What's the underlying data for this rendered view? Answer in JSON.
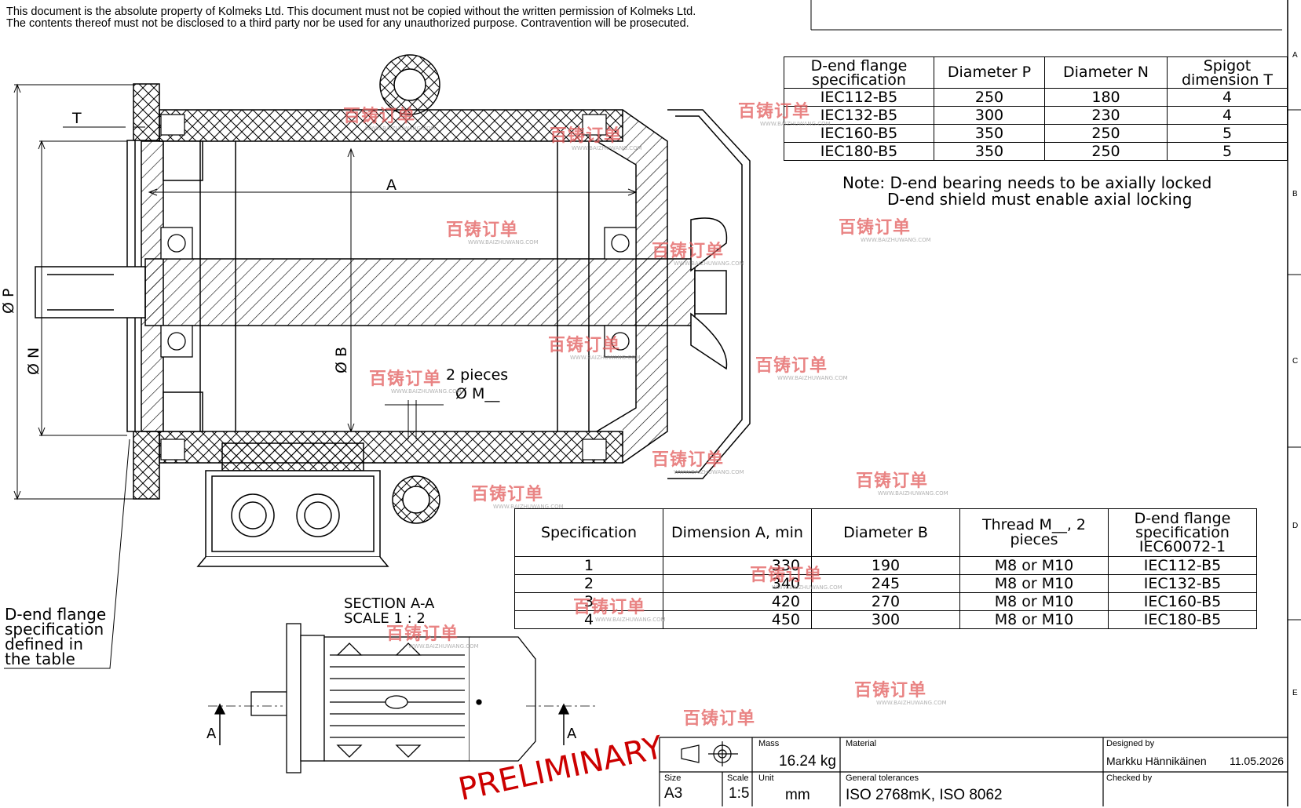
{
  "disclaimer": {
    "line1": "This document is the absolute property of Kolmeks Ltd. This document must not be copied without the written permission of Kolmeks Ltd.",
    "line2": "The contents thereof must not be disclosed to a third party nor be used for any unauthorized purpose. Contravention will be prosecuted."
  },
  "drawing_labels": {
    "T": "T",
    "A": "A",
    "phi_P": "Ø P",
    "phi_N": "Ø N",
    "phi_B": "Ø B",
    "pieces": "2 pieces",
    "phi_M": "Ø M__",
    "section_title": "SECTION A-A",
    "section_scale": "SCALE 1 : 2",
    "callout": [
      "D-end flange",
      "specification",
      "defined in",
      "the table"
    ],
    "cut_left": "A",
    "cut_right": "A",
    "stamp": "PRELIMINARY"
  },
  "flange_table": {
    "headers": [
      [
        "D-end flange",
        "specification"
      ],
      [
        "Diameter P"
      ],
      [
        "Diameter N"
      ],
      [
        "Spigot",
        "dimension T"
      ]
    ],
    "rows": [
      [
        "IEC112-B5",
        "250",
        "180",
        "4"
      ],
      [
        "IEC132-B5",
        "300",
        "230",
        "4"
      ],
      [
        "IEC160-B5",
        "350",
        "250",
        "5"
      ],
      [
        "IEC180-B5",
        "350",
        "250",
        "5"
      ]
    ]
  },
  "note": {
    "line1": "Note: D-end bearing needs to be axially locked",
    "line2": "D-end shield must enable axial locking"
  },
  "spec_table": {
    "headers": [
      [
        "Specification"
      ],
      [
        "Dimension A, min"
      ],
      [
        "Diameter B"
      ],
      [
        "Thread M__, 2",
        "pieces"
      ],
      [
        "D-end flange",
        "specification",
        "IEC60072-1"
      ]
    ],
    "rows": [
      [
        "1",
        "330",
        "190",
        "M8 or M10",
        "IEC112-B5"
      ],
      [
        "2",
        "340",
        "245",
        "M8 or M10",
        "IEC132-B5"
      ],
      [
        "3",
        "420",
        "270",
        "M8 or M10",
        "IEC160-B5"
      ],
      [
        "4",
        "450",
        "300",
        "M8 or M10",
        "IEC180-B5"
      ]
    ]
  },
  "title_block": {
    "mass_label": "Mass",
    "mass_value": "16.24 kg",
    "material_label": "Material",
    "designed_label": "Designed by",
    "designer": "Markku Hännikäinen",
    "date": "11.05.2026",
    "size_label": "Size",
    "size_value": "A3",
    "scale_label": "Scale",
    "scale_value": "1:5",
    "unit_label": "Unit",
    "unit_value": "mm",
    "tolerances_label": "General tolerances",
    "tolerances_value": "ISO 2768mK, ISO 8062",
    "checked_label": "Checked by"
  },
  "border_zones": [
    "A",
    "B",
    "C",
    "D",
    "E"
  ],
  "watermark": {
    "text": "百铸订单",
    "sub": "WWW.BAIZHUWANG.COM"
  }
}
